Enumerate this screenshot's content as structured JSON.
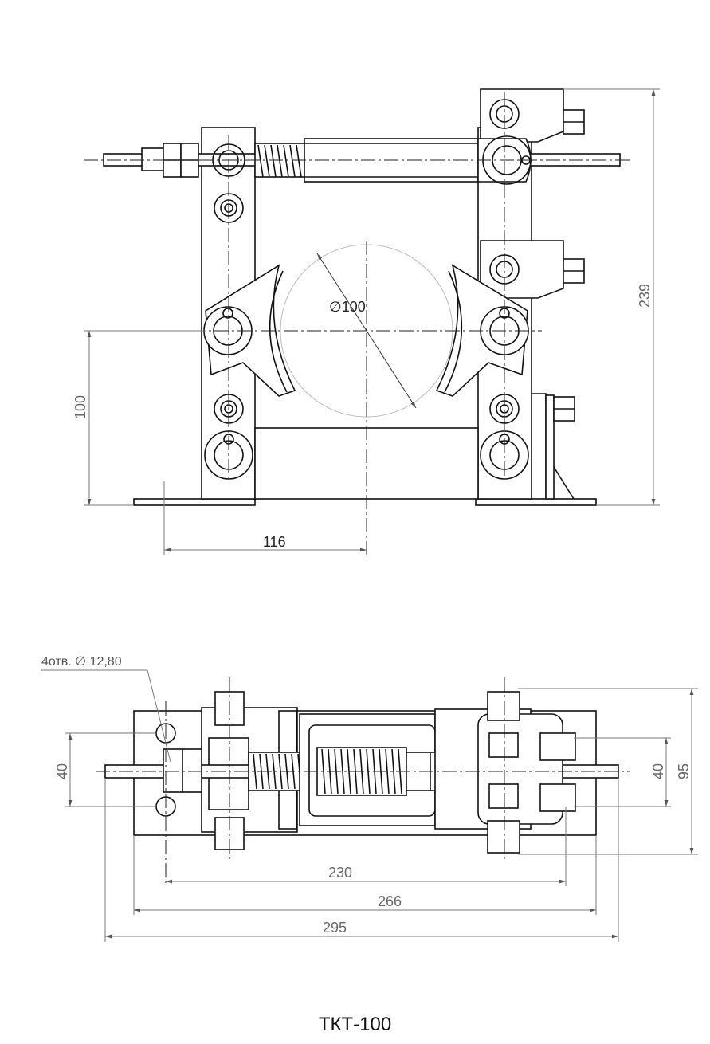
{
  "caption": "ТКТ-100",
  "front_view": {
    "dims": {
      "diameter": "100",
      "height_total": "239",
      "axis_height": "100",
      "axis_offset": "116"
    }
  },
  "top_view": {
    "hole_note": "4отв. ∅ 12,80",
    "dims": {
      "hole_spacing_left": "40",
      "hole_spacing_right": "40",
      "base_width": "95",
      "hole_centers": "230",
      "base_length": "266",
      "total_length": "295"
    }
  }
}
